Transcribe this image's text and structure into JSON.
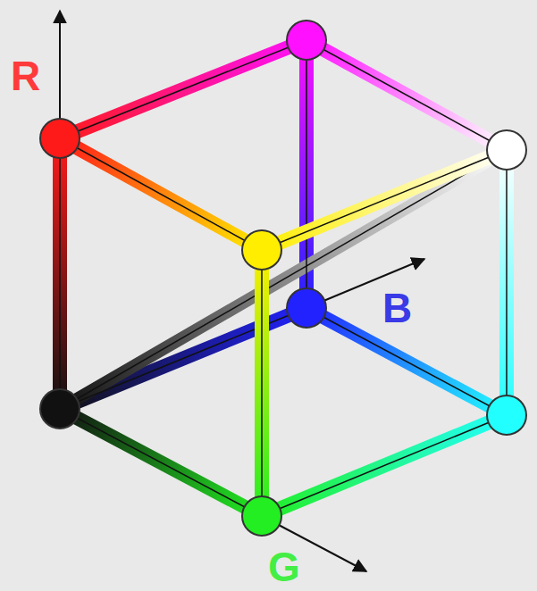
{
  "diagram": {
    "labels": [
      "R",
      "B",
      "G"
    ]
  }
}
